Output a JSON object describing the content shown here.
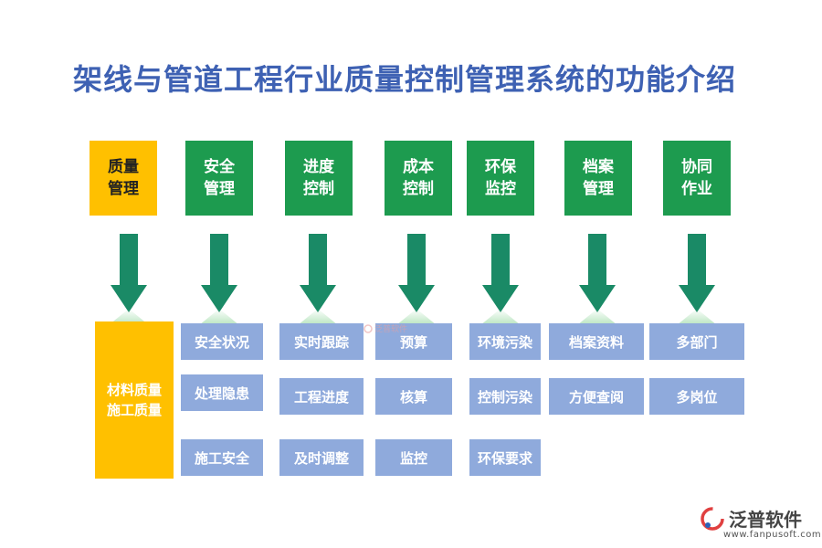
{
  "title": "架线与管道工程行业质量控制管理系统的功能介绍",
  "columns": [
    {
      "line1": "质量",
      "line2": "管理",
      "subs": []
    },
    {
      "line1": "安全",
      "line2": "管理",
      "subs": [
        "安全状况",
        "处理隐患",
        "施工安全"
      ]
    },
    {
      "line1": "进度",
      "line2": "控制",
      "subs": [
        "实时跟踪",
        "工程进度",
        "及时调整"
      ]
    },
    {
      "line1": "成本",
      "line2": "控制",
      "subs": [
        "预算",
        "核算",
        "监控"
      ]
    },
    {
      "line1": "环保",
      "line2": "监控",
      "subs": [
        "环境污染",
        "控制污染",
        "环保要求"
      ]
    },
    {
      "line1": "档案",
      "line2": "管理",
      "subs": [
        "档案资料",
        "方便查阅"
      ]
    },
    {
      "line1": "协同",
      "line2": "作业",
      "subs": [
        "多部门",
        "多岗位"
      ]
    }
  ],
  "quality_box": {
    "line1": "材料质量",
    "line2": "施工质量"
  },
  "watermark": "泛普软件",
  "logo": {
    "name": "泛普软件",
    "url": "www.fanpusoft.com"
  },
  "colors": {
    "title": "#3e61b3",
    "green": "#1d9b4f",
    "gold": "#ffc000",
    "blue": "#8faadc",
    "arrow": "#1a8a66"
  }
}
